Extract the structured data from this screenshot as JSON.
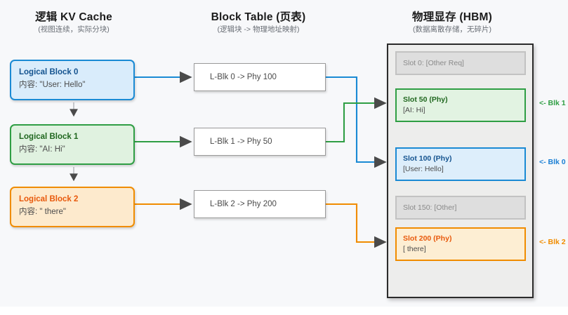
{
  "columns": {
    "logical": {
      "title": "逻辑 KV Cache",
      "subtitle": "(视图连续，实际分块)"
    },
    "table": {
      "title": "Block Table (页表)",
      "subtitle": "(逻辑块 -> 物理地址映射)"
    },
    "physical": {
      "title": "物理显存 (HBM)",
      "subtitle": "(数据离散存储，无碎片)"
    }
  },
  "logical_blocks": [
    {
      "title": "Logical Block 0",
      "content": "内容: \"User: Hello\"",
      "color": "#1a8ad4"
    },
    {
      "title": "Logical Block 1",
      "content": "内容: \"AI: Hi\"",
      "color": "#2f9e44"
    },
    {
      "title": "Logical Block 2",
      "content": "内容: \" there\"",
      "color": "#f08c00"
    }
  ],
  "block_table": [
    {
      "label": "L-Blk 0 -> Phy 100"
    },
    {
      "label": "L-Blk 1 -> Phy 50"
    },
    {
      "label": "L-Blk 2 -> Phy 200"
    }
  ],
  "hbm_slots": [
    {
      "title": "Slot 0: [Other Req]",
      "content": "",
      "state": "other",
      "tag": ""
    },
    {
      "title": "Slot 50 (Phy)",
      "content": "[AI: Hi]",
      "state": "active",
      "tag": "<- Blk 1",
      "color": "#2f9e44"
    },
    {
      "title": "Slot 100 (Phy)",
      "content": "[User: Hello]",
      "state": "active",
      "tag": "<- Blk 0",
      "color": "#1a8ad4"
    },
    {
      "title": "Slot 150: [Other]",
      "content": "",
      "state": "other",
      "tag": ""
    },
    {
      "title": "Slot 200 (Phy)",
      "content": "[ there]",
      "state": "active",
      "tag": "<- Blk 2",
      "color": "#f08c00"
    }
  ],
  "colors": {
    "blue": "#1a8ad4",
    "green": "#2f9e44",
    "orange": "#f08c00",
    "arrowhead": "#4a4a4a",
    "canvas": "#f7f8fa"
  }
}
